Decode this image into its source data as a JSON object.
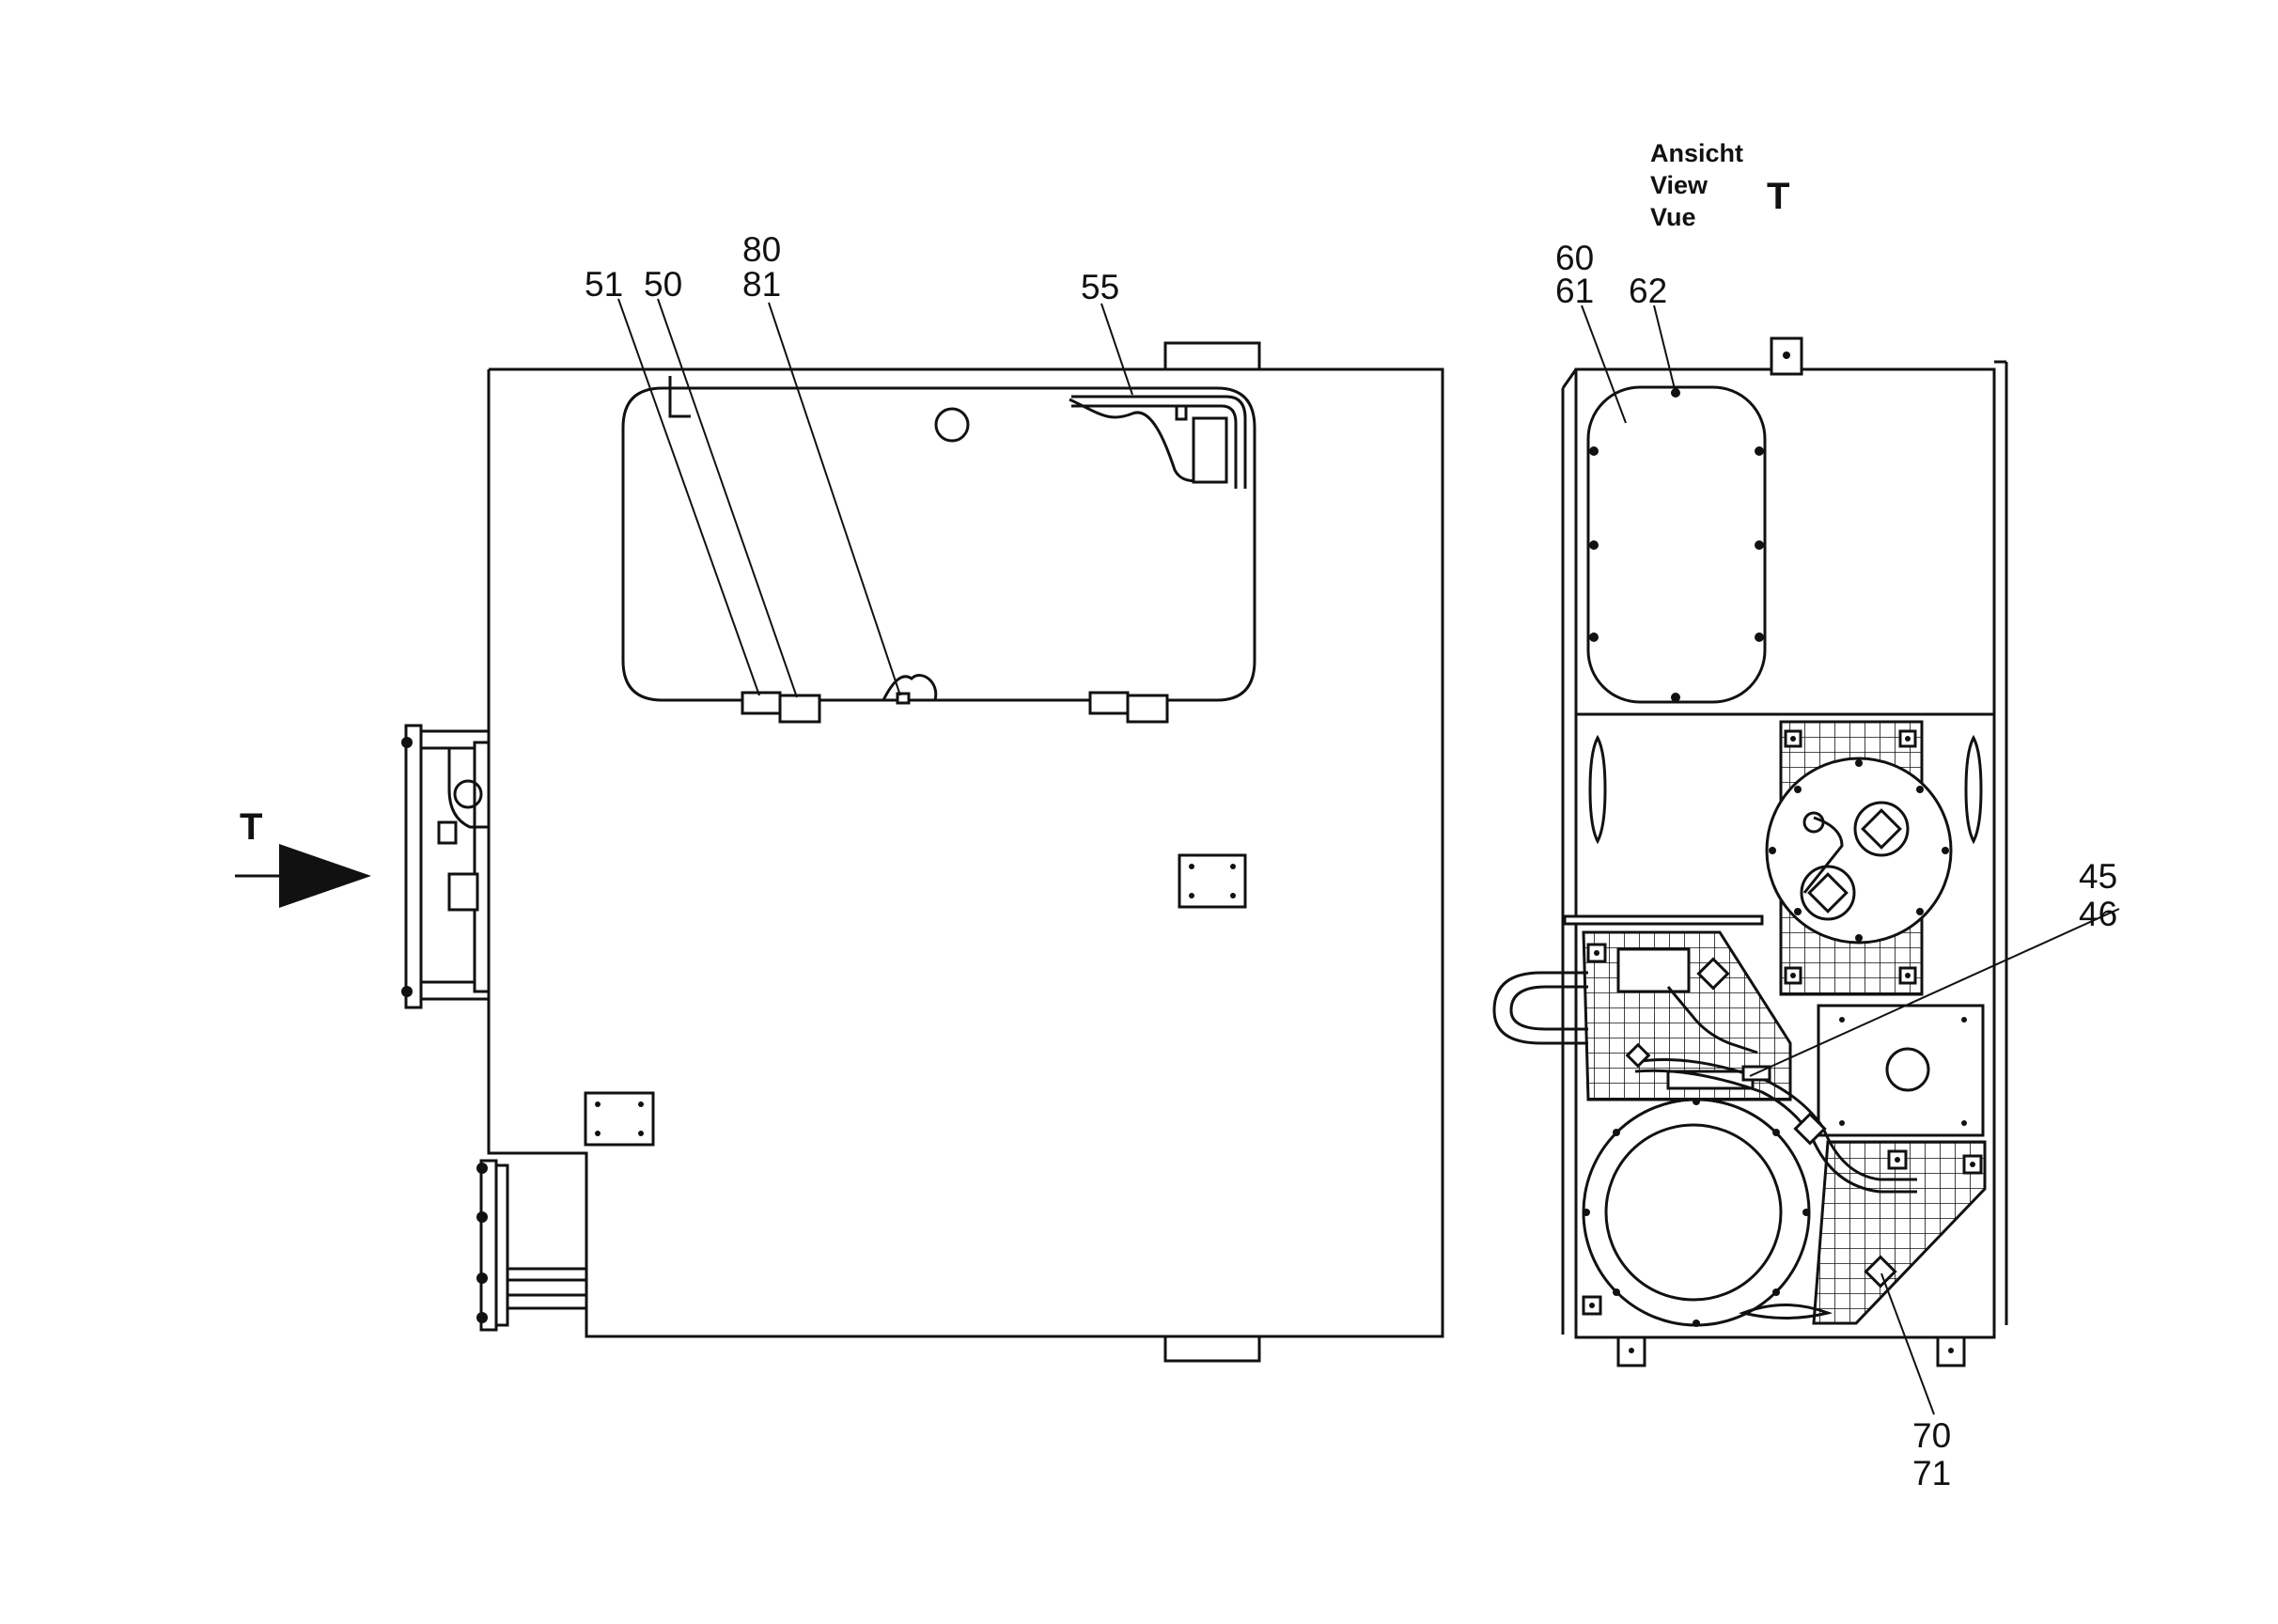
{
  "view_arrow": {
    "letter": "T"
  },
  "view_title": {
    "line1": "Ansicht",
    "line2": "View",
    "line3": "Vue",
    "letter": "T"
  },
  "callouts": {
    "c51": "51",
    "c50": "50",
    "c80": "80",
    "c81": "81",
    "c55": "55",
    "c60": "60",
    "c61": "61",
    "c62": "62",
    "c45": "45",
    "c46": "46",
    "c70": "70",
    "c71": "71"
  }
}
